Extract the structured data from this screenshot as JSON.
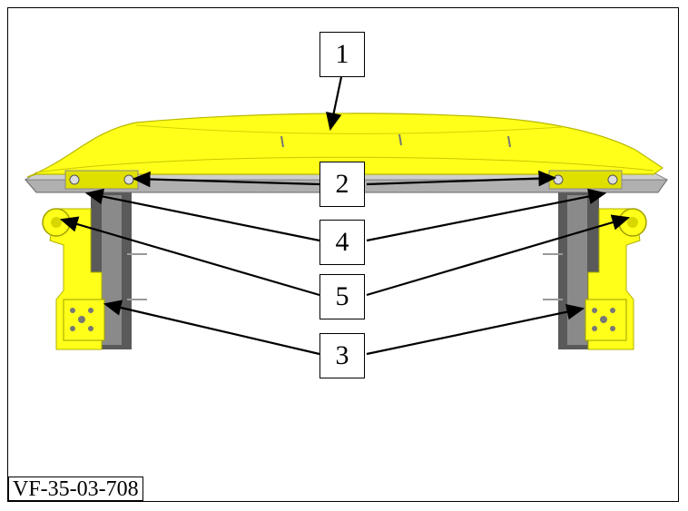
{
  "figure_id": "VF-35-03-708",
  "callouts": {
    "c1": "1",
    "c2": "2",
    "c3": "3",
    "c4": "4",
    "c5": "5"
  },
  "colors": {
    "part_yellow": "#ffff1a",
    "part_yellow_shade": "#d8d800",
    "metal_gray": "#a8a8a8",
    "dark_gray": "#5a5a5a",
    "line": "#000000"
  }
}
